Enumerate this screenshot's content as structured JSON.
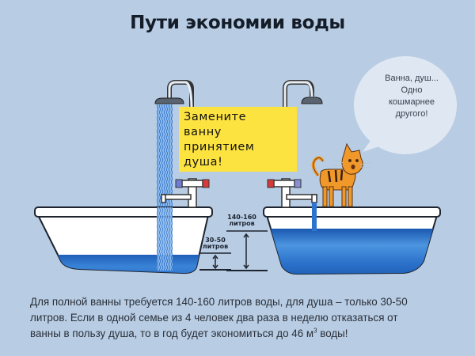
{
  "title": "Пути экономии воды",
  "speech_bubble": {
    "lines": [
      "Ванна, душ...",
      "Одно",
      "кошмарнее",
      "другого!"
    ]
  },
  "note": {
    "lines": [
      "Замените",
      "ванну",
      "принятием",
      "душа!"
    ],
    "background": "#fde340"
  },
  "measurements": {
    "shower": {
      "value": "30-50",
      "unit": "литров"
    },
    "bath": {
      "value": "140-160",
      "unit": "литров"
    }
  },
  "caption": {
    "line1": "Для полной ванны требуется 140-160 литров воды, для душа – только 30-50",
    "line2": "литров. Если в одной семье из 4 человек два раза в неделю отказаться от",
    "line3_before": "ванны в пользу душа, то в год будет экономиться до 46 м",
    "line3_sup": "3",
    "line3_after": " воды!"
  },
  "colors": {
    "background": "#b8cde4",
    "water": "#2a6fc9",
    "tub": "#ffffff",
    "cat": "#f0982a"
  }
}
